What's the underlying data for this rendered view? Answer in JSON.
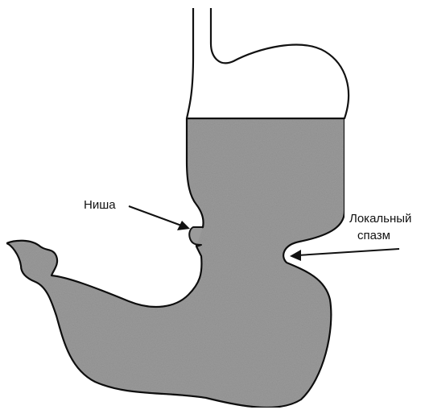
{
  "labels": {
    "niche": "Ниша",
    "spasm_line1": "Локальный",
    "spasm_line2": "спазм"
  },
  "colors": {
    "stroke": "#111111",
    "fill": "#9b9b9b",
    "background": "#ffffff"
  }
}
